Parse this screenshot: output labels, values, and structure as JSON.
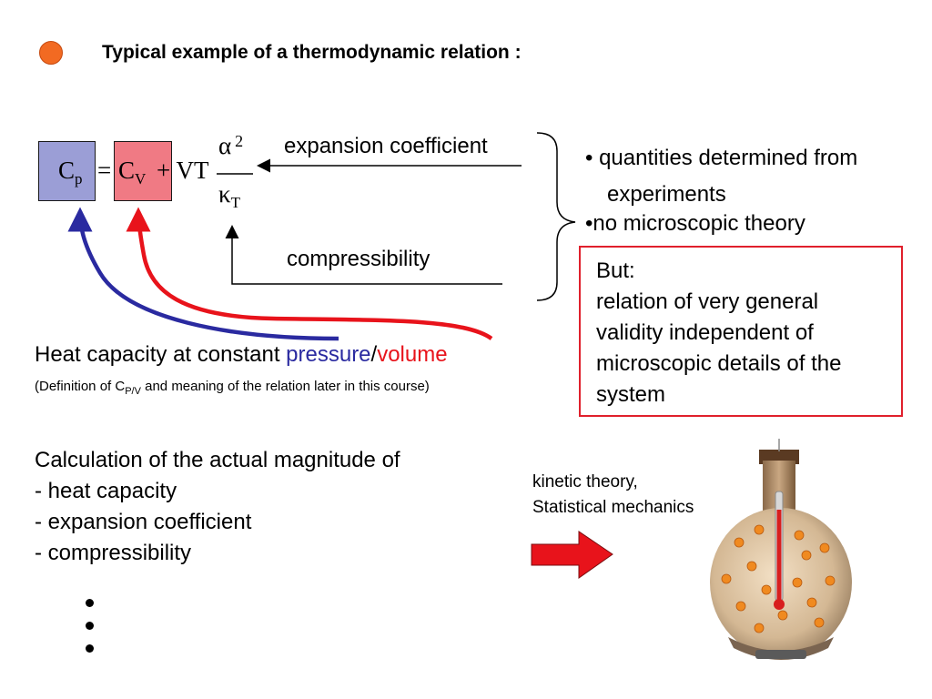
{
  "title": "Typical example of a thermodynamic relation :",
  "formula": {
    "cp": "C",
    "cp_sub": "p",
    "equals": "=",
    "cv": "C",
    "cv_sub": "V",
    "plus_vt": "+ VT",
    "numerator": "α",
    "numerator_exp": "2",
    "denominator": "κ",
    "denominator_sub": "T"
  },
  "labels": {
    "expansion": "expansion coefficient",
    "compressibility": "compressibility"
  },
  "bullets": [
    "• quantities determined from",
    "experiments",
    "•no microscopic theory"
  ],
  "but_box": [
    "But:",
    "relation of very general",
    "validity independent of",
    "microscopic details of the",
    "system"
  ],
  "heat": {
    "prefix": "Heat capacity at constant ",
    "pressure": "pressure",
    "slash": "/",
    "volume": "volume"
  },
  "definition": {
    "prefix": "(Definition of C",
    "sub": "P/V",
    "suffix": " and meaning of the relation later in this course)"
  },
  "calculation": [
    "Calculation of the actual magnitude of",
    "- heat capacity",
    "- expansion coefficient",
    "- compressibility"
  ],
  "kinetic": [
    "kinetic theory,",
    "Statistical mechanics"
  ],
  "colors": {
    "pressure": "#2a2aa0",
    "volume": "#e8131b",
    "bullet_dot": "#f26a22",
    "box_border": "#e0202c",
    "cp_box": "#9b9ed6",
    "cv_box": "#f07a84"
  }
}
